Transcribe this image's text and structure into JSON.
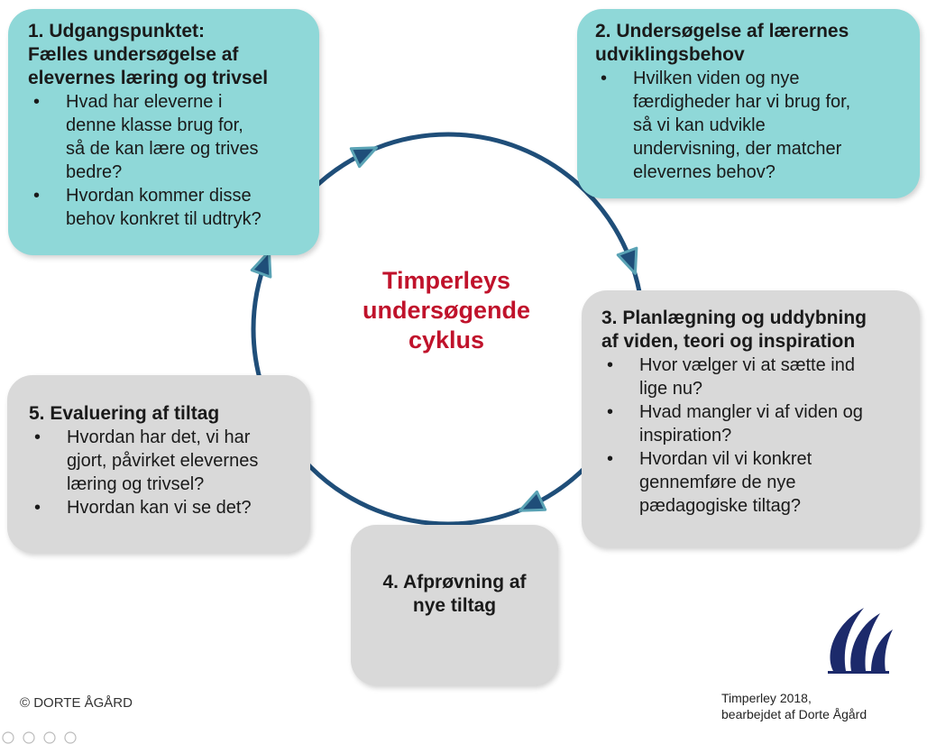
{
  "center_title": "Timperleys\nundersøgende\ncyklus",
  "boxes": [
    {
      "title": "1. Udgangspunktet:\nFælles undersøgelse af\nelevernes læring og trivsel",
      "bullets": [
        "Hvad har eleverne i\ndenne klasse brug for,\nså de kan lære og trives\nbedre?",
        "Hvordan kommer disse\nbehov konkret til udtryk?"
      ],
      "color": "#8fd8d8"
    },
    {
      "title": "2. Undersøgelse af lærernes\nudviklingsbehov",
      "bullets": [
        "Hvilken viden og nye\nfærdigheder har vi brug for,\nså vi kan udvikle\nundervisning, der matcher\nelevernes behov?"
      ],
      "color": "#8fd8d8"
    },
    {
      "title": "3. Planlægning og uddybning\naf viden, teori og inspiration",
      "bullets": [
        "Hvor vælger vi at sætte ind\nlige nu?",
        "Hvad mangler vi af viden og\ninspiration?",
        "Hvordan vil vi konkret\ngennemføre de nye\npædagogiske tiltag?"
      ],
      "color": "#d9d9d9"
    },
    {
      "title": "4. Afprøvning af\nnye tiltag",
      "bullets": [],
      "color": "#d9d9d9"
    },
    {
      "title": "5. Evaluering af tiltag",
      "bullets": [
        "Hvordan har det, vi har\ngjort, påvirket elevernes\nlæring og trivsel?",
        "Hvordan kan vi se det?"
      ],
      "color": "#d9d9d9"
    }
  ],
  "copyright": "© DORTE ÅGÅRD",
  "source": "Timperley 2018,\nbearbejdet af Dorte Ågård",
  "colors": {
    "accent_red": "#c0122b",
    "cycle_blue": "#1f4e79",
    "arrow_teal": "#5aa3b5",
    "logo_navy": "#1c2a6b"
  }
}
